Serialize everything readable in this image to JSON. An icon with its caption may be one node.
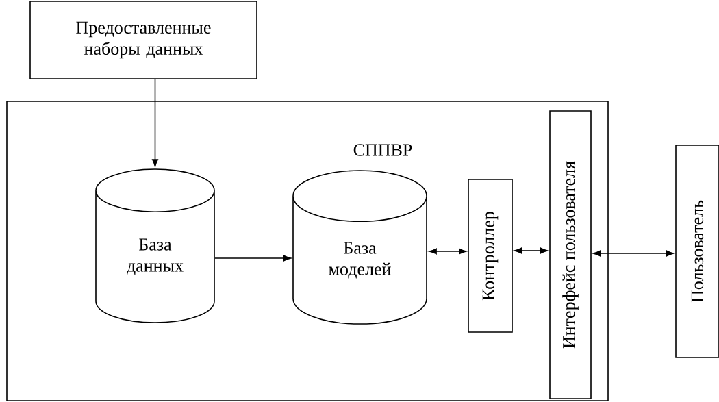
{
  "diagram": {
    "nodes": [
      {
        "text": [
          "Предоставленные наборы данных"
        ]
      },
      {
        "text": [
          "СППВР"
        ]
      },
      {
        "text": [
          "База данных"
        ],
        "in": 1
      },
      {
        "text": [
          "База моделей"
        ],
        "in": 1
      },
      {
        "text": [
          "Контроллер"
        ],
        "in": 1
      },
      {
        "text": [
          "Интерфейс пользователя"
        ],
        "in": 1
      },
      {
        "text": [
          "Пользователь"
        ]
      }
    ],
    "edges": [
      {
        "from": 0,
        "to": 2,
        "arrow": "to"
      },
      {
        "from": 2,
        "to": 3,
        "arrow": "to"
      },
      {
        "from": 3,
        "to": 4,
        "arrow": "both"
      },
      {
        "from": 4,
        "to": 5,
        "arrow": "both"
      },
      {
        "from": 5,
        "to": 6,
        "arrow": "both"
      }
    ]
  }
}
